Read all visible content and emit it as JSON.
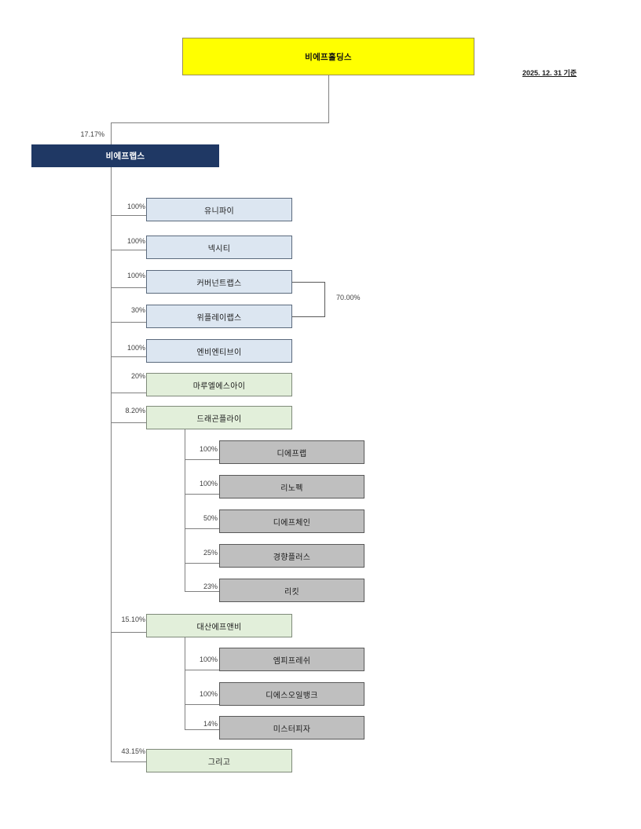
{
  "meta": {
    "date_note": "2025. 12. 31 기준"
  },
  "nodes": {
    "root": {
      "label": "비에프홀딩스"
    },
    "level1": {
      "label": "비에프랩스",
      "pct": "17.17%"
    },
    "joint": {
      "pct": "70.00%"
    },
    "subsidiaries": [
      {
        "label": "유니파이",
        "pct": "100%"
      },
      {
        "label": "넥시티",
        "pct": "100%"
      },
      {
        "label": "커버넌트랩스",
        "pct": "100%"
      },
      {
        "label": "위플레이랩스",
        "pct": "30%"
      },
      {
        "label": "엔비엔티브이",
        "pct": "100%"
      },
      {
        "label": "마루엘에스아이",
        "pct": "20%"
      },
      {
        "label": "드래곤플라이",
        "pct": "8.20%"
      }
    ],
    "dragonfly_children": [
      {
        "label": "디에프랩",
        "pct": "100%"
      },
      {
        "label": "리노펙",
        "pct": "100%"
      },
      {
        "label": "디에프체인",
        "pct": "50%"
      },
      {
        "label": "경향플러스",
        "pct": "25%"
      },
      {
        "label": "리킷",
        "pct": "23%"
      }
    ],
    "daesan": {
      "label": "대산에프앤비",
      "pct": "15.10%"
    },
    "daesan_children": [
      {
        "label": "엠피프레쉬",
        "pct": "100%"
      },
      {
        "label": "디에스오일뱅크",
        "pct": "100%"
      },
      {
        "label": "미스터피자",
        "pct": "14%"
      }
    ],
    "last": {
      "label": "그리고",
      "pct": "43.15%"
    }
  },
  "colors": {
    "root_fill": "#ffff00",
    "navy_fill": "#1f3864",
    "blue_fill": "#dce6f1",
    "green_fill": "#e2efda",
    "gray_fill": "#bfbfbf",
    "line": "#808080"
  }
}
